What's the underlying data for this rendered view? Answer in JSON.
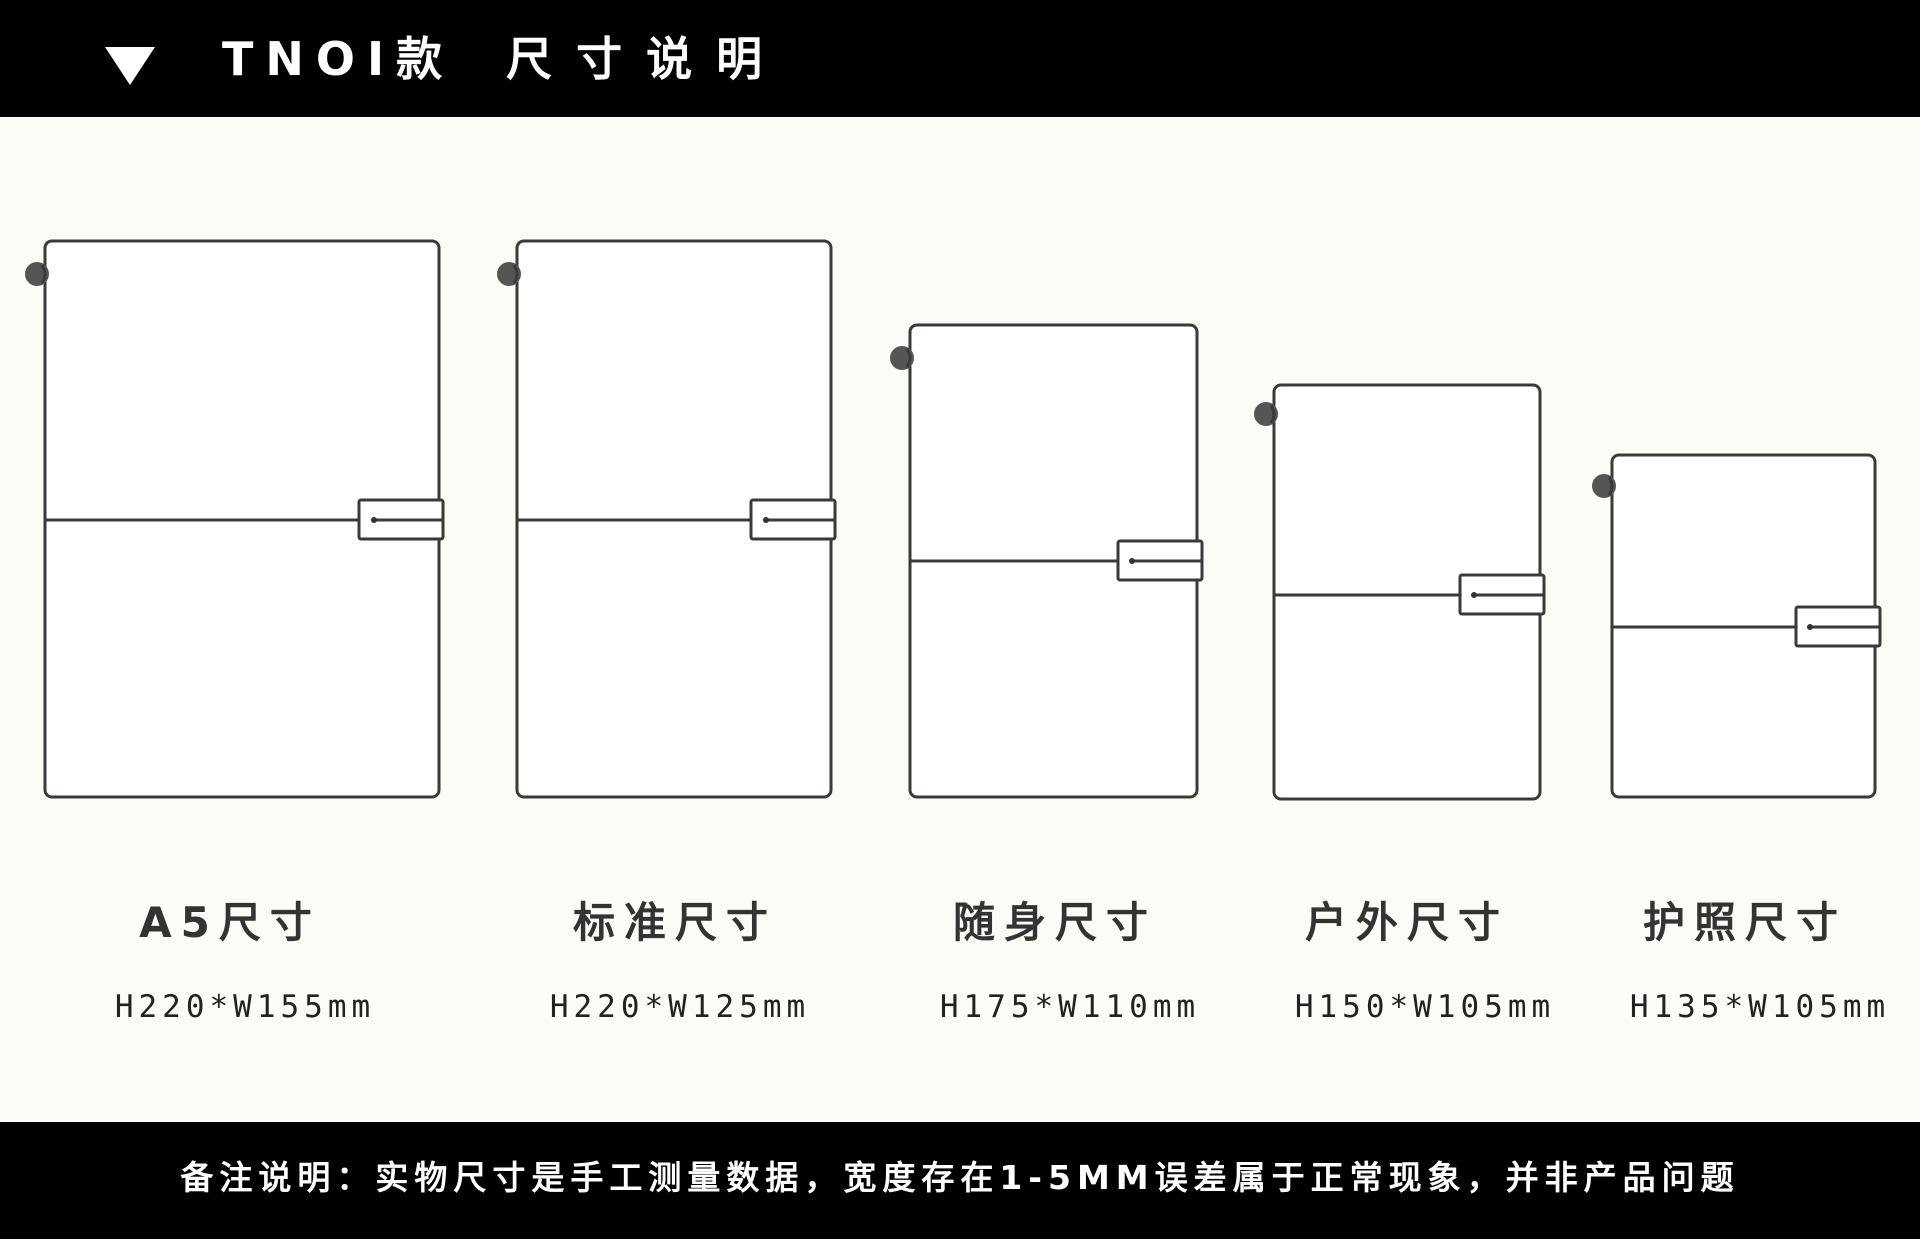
{
  "header": {
    "brand": "TNOI款",
    "subtitle": "尺寸说明",
    "icon": "triangle-down-icon"
  },
  "colors": {
    "bar": "#000000",
    "background": "#fcfbf6",
    "outline": "#3a3a3a"
  },
  "sizes": [
    {
      "label": "A5尺寸",
      "dimensions": "H220*W155mm",
      "height_mm": 220,
      "width_mm": 155
    },
    {
      "label": "标准尺寸",
      "dimensions": "H220*W125mm",
      "height_mm": 220,
      "width_mm": 125
    },
    {
      "label": "随身尺寸",
      "dimensions": "H175*W110mm",
      "height_mm": 175,
      "width_mm": 110
    },
    {
      "label": "户外尺寸",
      "dimensions": "H150*W105mm",
      "height_mm": 150,
      "width_mm": 105
    },
    {
      "label": "护照尺寸",
      "dimensions": "H135*W105mm",
      "height_mm": 135,
      "width_mm": 105
    }
  ],
  "footer": {
    "note": "备注说明：实物尺寸是手工测量数据，宽度存在1-5MM误差属于正常现象，并非产品问题"
  }
}
